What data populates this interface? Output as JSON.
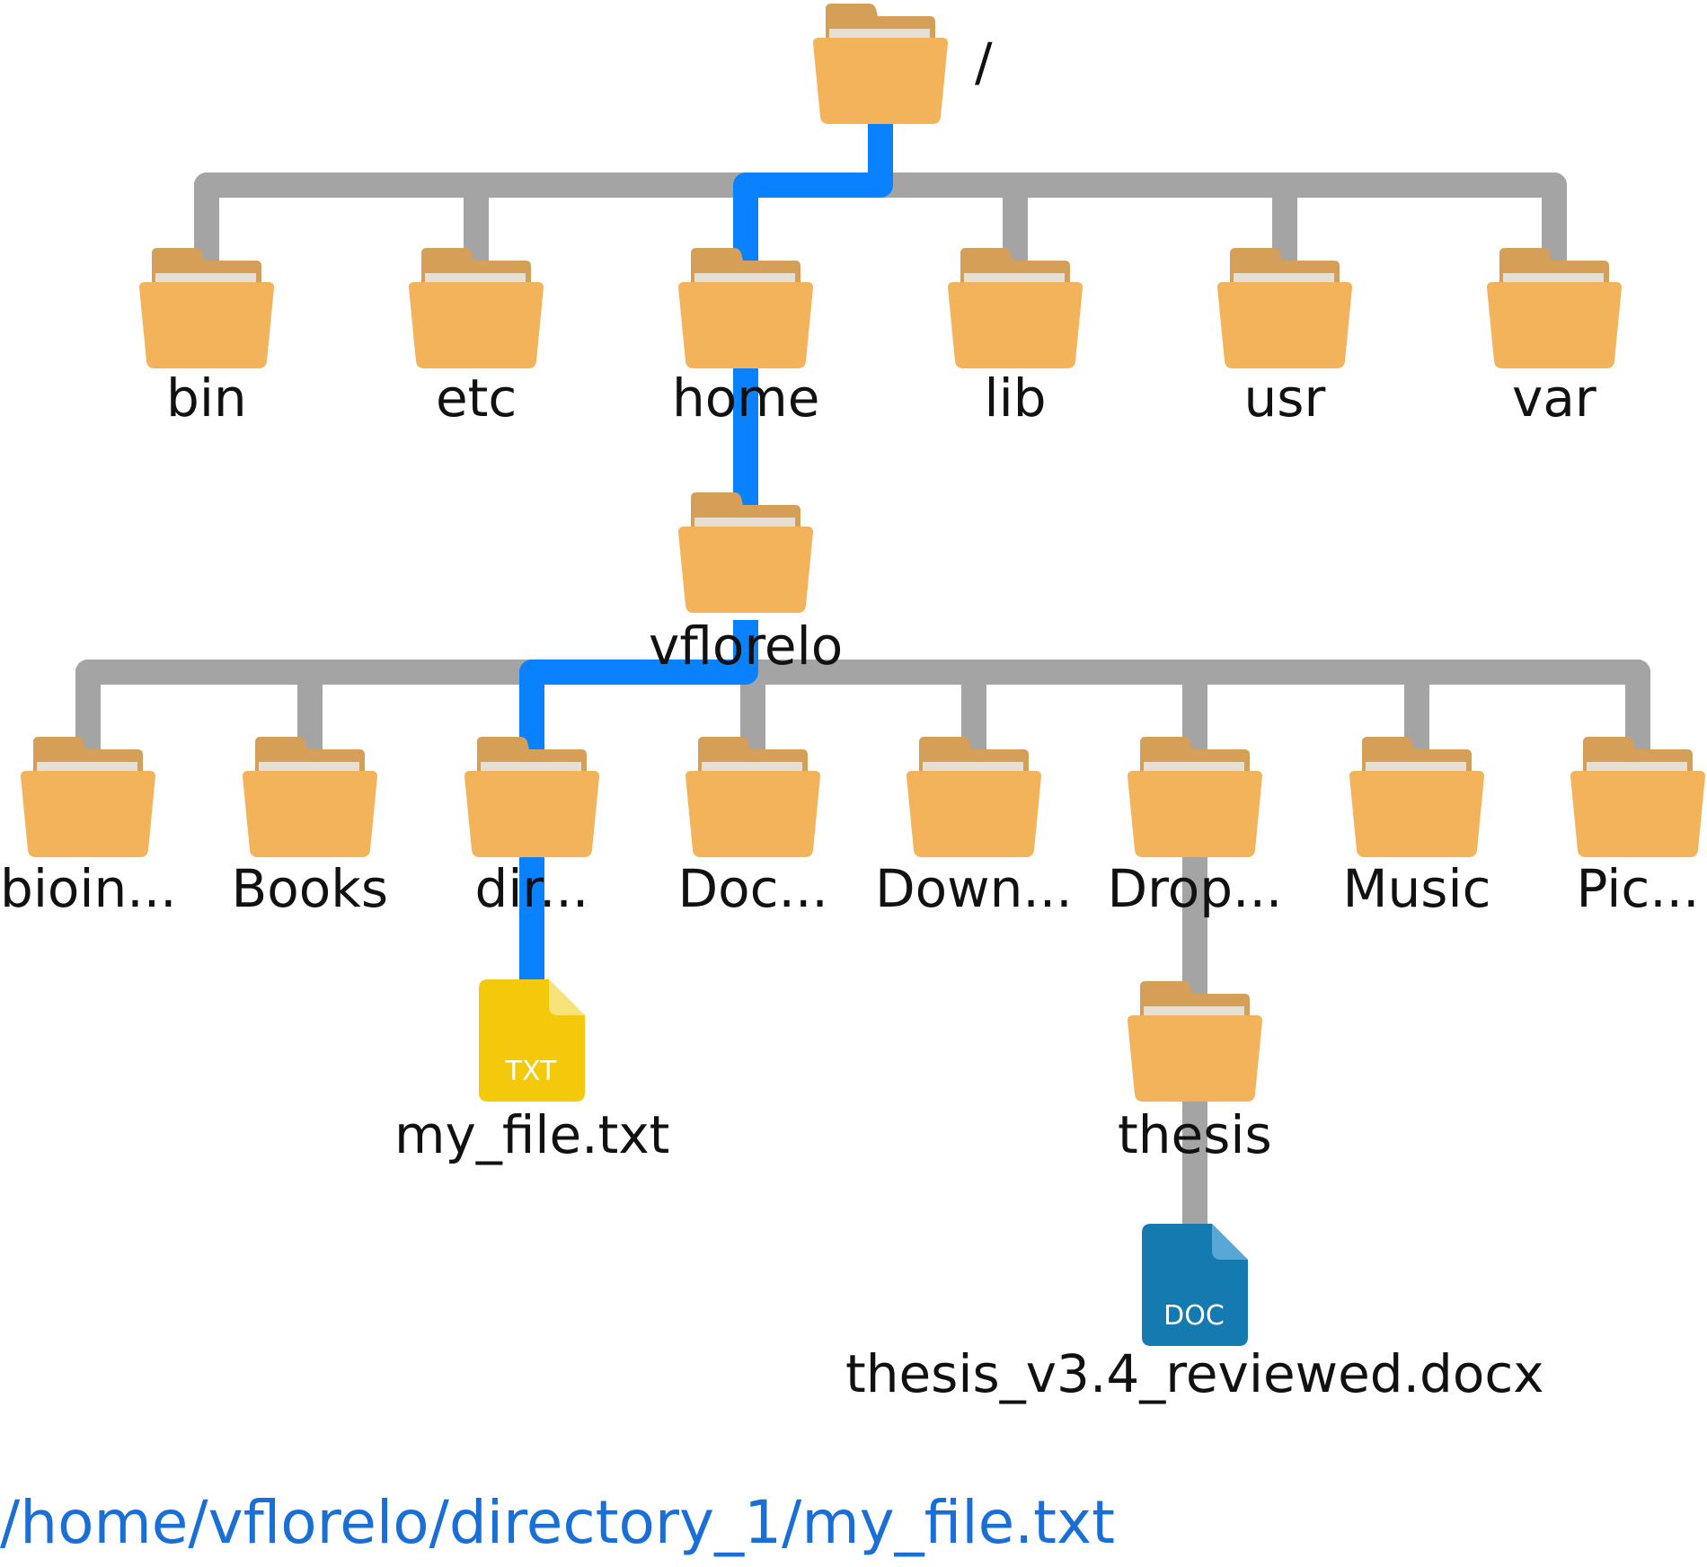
{
  "colors": {
    "edge_default": "#a4a4a4",
    "edge_highlight": "#0a82ff",
    "folder_front": "#f2b35b",
    "folder_back": "#d59f58",
    "folder_paper": "#e6dfd3",
    "txt_file": "#f5c90b",
    "txt_fold": "#f8e27a",
    "doc_file": "#147ab0",
    "doc_fold": "#5aa7d6",
    "label_text": "#111111",
    "caption_text": "#1a6fd6"
  },
  "tree": {
    "root": {
      "name": "/",
      "icon": "folder-icon"
    },
    "level1": [
      {
        "name": "bin",
        "icon": "folder-icon"
      },
      {
        "name": "etc",
        "icon": "folder-icon"
      },
      {
        "name": "home",
        "icon": "folder-icon",
        "on_path": true
      },
      {
        "name": "lib",
        "icon": "folder-icon"
      },
      {
        "name": "usr",
        "icon": "folder-icon"
      },
      {
        "name": "var",
        "icon": "folder-icon"
      }
    ],
    "user_folder": {
      "name": "vflorelo",
      "icon": "folder-icon",
      "on_path": true
    },
    "level3": [
      {
        "name": "bioin...",
        "icon": "folder-icon"
      },
      {
        "name": "Books",
        "icon": "folder-icon"
      },
      {
        "name": "dir...",
        "icon": "folder-icon",
        "on_path": true
      },
      {
        "name": "Doc...",
        "icon": "folder-icon"
      },
      {
        "name": "Down...",
        "icon": "folder-icon"
      },
      {
        "name": "Drop...",
        "icon": "folder-icon"
      },
      {
        "name": "Music",
        "icon": "folder-icon"
      },
      {
        "name": "Pic...",
        "icon": "folder-icon"
      }
    ],
    "txt_file": {
      "name": "my_file.txt",
      "badge": "TXT",
      "icon": "txt-file-icon",
      "on_path": true
    },
    "thesis_folder": {
      "name": "thesis",
      "icon": "folder-icon"
    },
    "doc_file": {
      "name": "thesis_v3.4_reviewed.docx",
      "badge": "DOC",
      "icon": "doc-file-icon"
    }
  },
  "path_caption": "/home/vflorelo/directory_1/my_file.txt"
}
